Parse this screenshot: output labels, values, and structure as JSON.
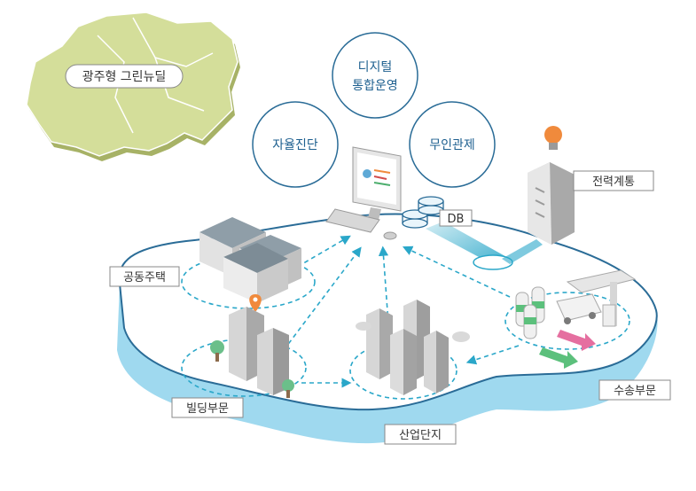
{
  "region": {
    "label": "광주형 그린뉴딜"
  },
  "center_circles": [
    {
      "lines": [
        "디지털",
        "통합운영"
      ]
    },
    {
      "lines": [
        "자율진단"
      ]
    },
    {
      "lines": [
        "무인관제"
      ]
    }
  ],
  "db": {
    "label": "DB"
  },
  "zones": {
    "power_grid": "전력계통",
    "apartment": "공동주택",
    "building": "빌딩부문",
    "industrial": "산업단지",
    "transport": "수송부문"
  },
  "colors": {
    "map_fill": "#d4de9a",
    "map_stroke": "#aab46c",
    "island_water": "#9fd9ef",
    "island_edge": "#2a6c97",
    "circle_stroke": "#2a6c97",
    "flow_arrow": "#2aa7c9",
    "building_gray": "#c8c8c8",
    "accent_orange": "#f08a3c"
  },
  "icons": [
    "lightbulb-icon",
    "location-pin-icon",
    "monitor-icon",
    "database-icon",
    "keyboard-icon",
    "mouse-icon",
    "tree-icon",
    "hydrogen-tank-icon",
    "charging-station-icon",
    "truck-icon"
  ]
}
